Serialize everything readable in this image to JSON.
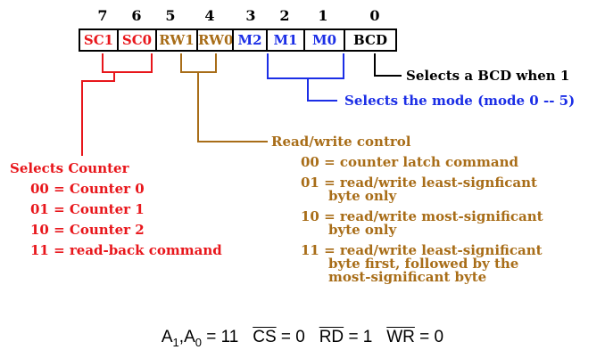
{
  "register": {
    "bit_numbers": [
      "7",
      "6",
      "5",
      "4",
      "3",
      "2",
      "1",
      "0"
    ],
    "fields": [
      {
        "label": "SC1",
        "color": "#e8161b"
      },
      {
        "label": "SC0",
        "color": "#e8161b"
      },
      {
        "label": "RW1",
        "color": "#a86d18"
      },
      {
        "label": "RW0",
        "color": "#a86d18"
      },
      {
        "label": "M2",
        "color": "#1b2ee6"
      },
      {
        "label": "M1",
        "color": "#1b2ee6"
      },
      {
        "label": "M0",
        "color": "#1b2ee6"
      },
      {
        "label": "BCD",
        "color": "#000000"
      }
    ]
  },
  "annotations": {
    "bcd": "Selects a BCD when 1",
    "mode": "Selects the mode (mode 0 -- 5)",
    "rw": {
      "title": "Read/write control",
      "lines": [
        "00 = counter latch command",
        "01 = read/write least-signficant",
        "byte only",
        "10 = read/write most-significant",
        "byte only",
        "11 = read/write least-significant",
        "byte first, followed by the",
        "most-significant byte"
      ]
    },
    "counter": {
      "title": "Selects Counter",
      "lines": [
        "00 = Counter 0",
        "01 = Counter 1",
        "10 = Counter 2",
        "11 = read-back command"
      ]
    }
  },
  "formula": {
    "a_names": "A",
    "a1_sub": "1",
    "a0_sub": "0",
    "a_value": "= 11",
    "cs": "CS",
    "cs_value": "= 0",
    "rd": "RD",
    "rd_value": "= 1",
    "wr": "WR",
    "wr_value": "= 0"
  },
  "colors": {
    "counter": "#e8161b",
    "rw": "#a86d18",
    "mode": "#1b2ee6",
    "bcd": "#000000"
  }
}
